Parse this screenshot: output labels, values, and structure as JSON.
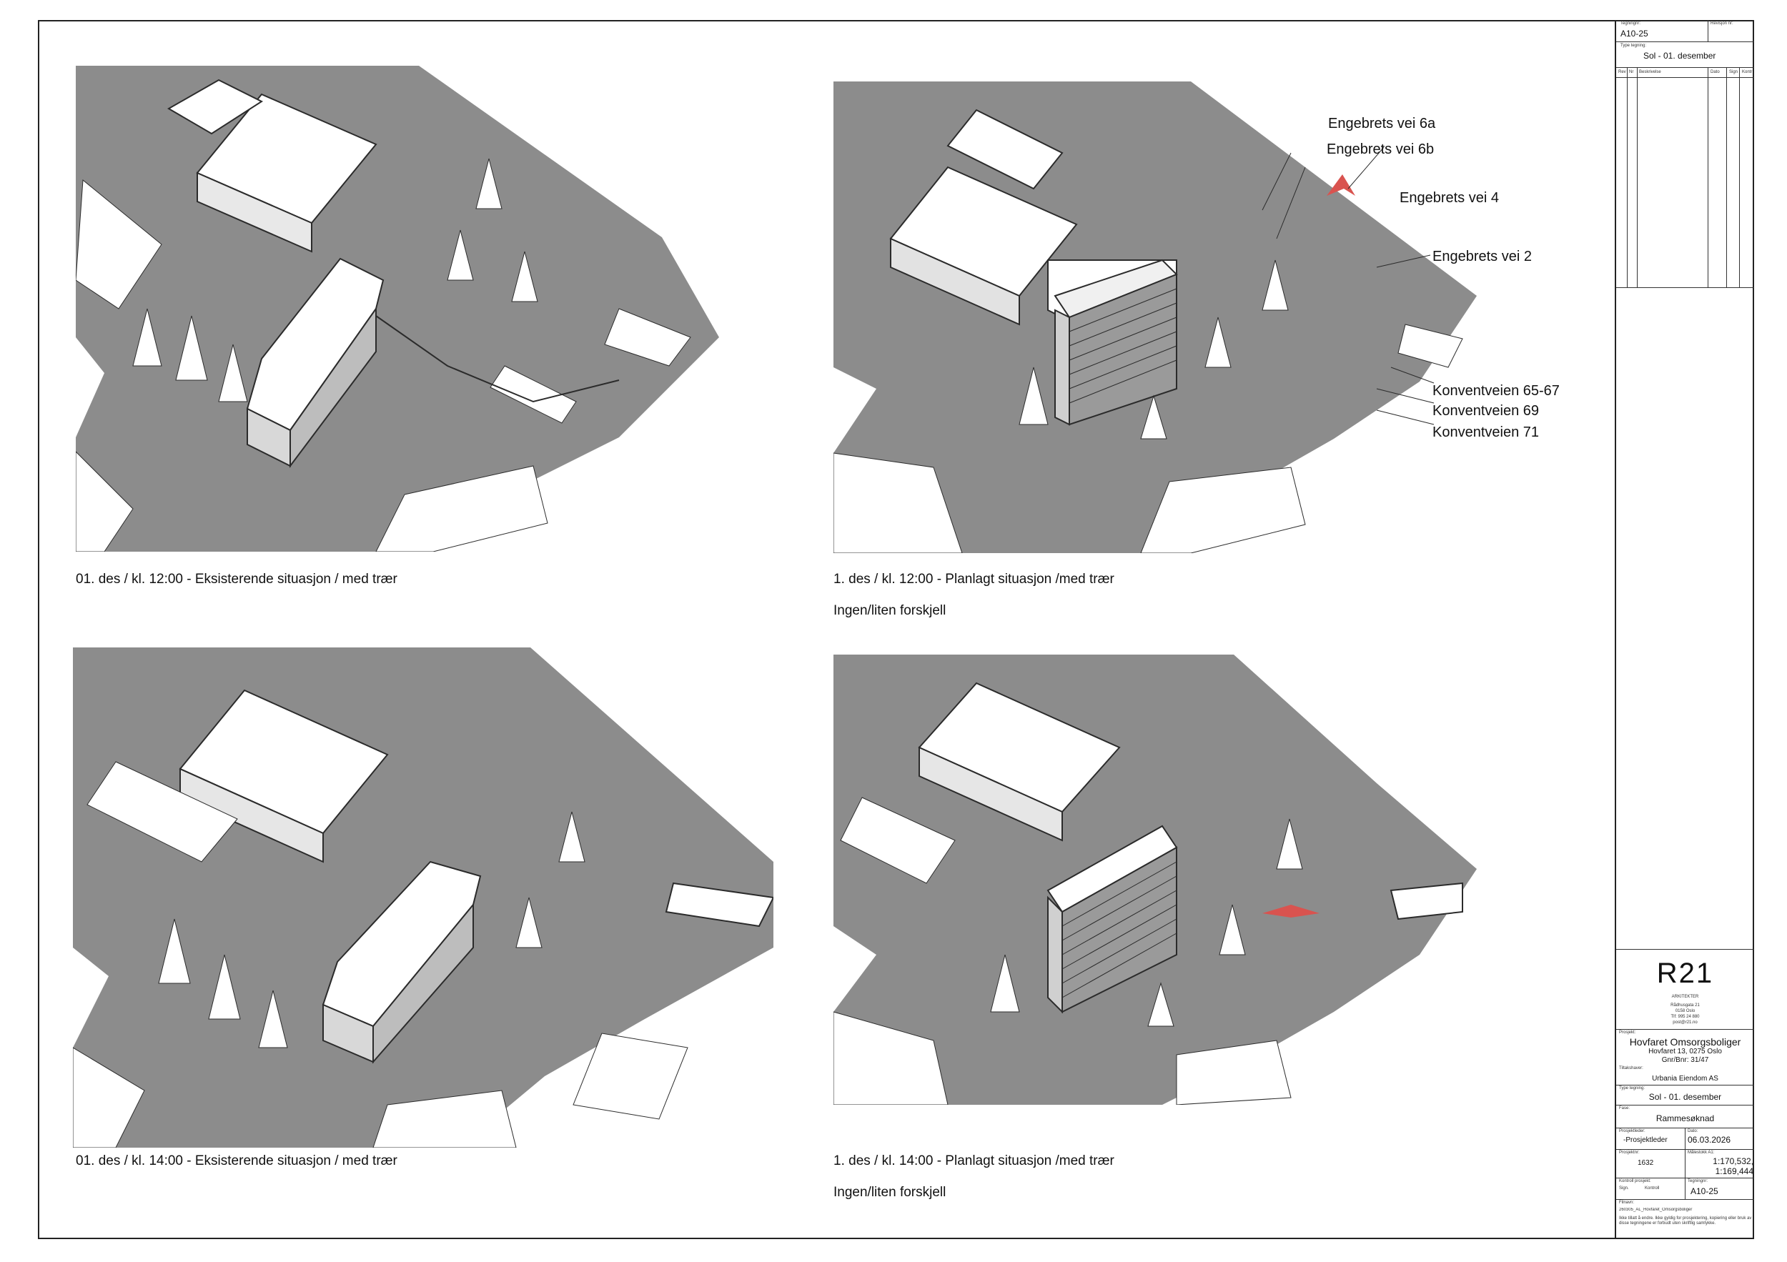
{
  "views": [
    {
      "caption": "01. des / kl. 12:00  -  Eksisterende situasjon / med trær",
      "note": ""
    },
    {
      "caption": "1. des /  kl. 12:00  -  Planlagt situasjon /med trær",
      "note": "Ingen/liten forskjell"
    },
    {
      "caption": "01. des / kl. 14:00  -  Eksisterende situasjon / med trær",
      "note": ""
    },
    {
      "caption": "1. des /  kl. 14:00  -  Planlagt situasjon /med trær",
      "note": "Ingen/liten forskjell"
    }
  ],
  "labels": [
    "Engebrets vei 6a",
    "Engebrets vei 6b",
    "Engebrets vei 4",
    "Engebrets vei 2",
    "Konventveien 65-67",
    "Konventveien 69",
    "Konventveien 71"
  ],
  "titleblock": {
    "tegningnr_label": "Tegningnr:",
    "tegningnr": "A10-25",
    "revisjon_label": "Revisjon nr:",
    "type_label": "Type tegning:",
    "type": "Sol - 01. desember",
    "rev_headers": [
      "Rev",
      "Nr",
      "Beskrivelse",
      "Dato",
      "Sign",
      "Kontr"
    ],
    "logo": "R21",
    "firm": "ARKITEKTER",
    "address": [
      "Rådhusgata 21",
      "0158 Oslo",
      "Tlf: 995 24 880",
      "post@r21.no"
    ],
    "prosjekt_label": "Prosjekt:",
    "prosjekt": "Hovfaret Omsorgsboliger",
    "prosjekt_addr": "Hovfaret 13, 0275 Oslo",
    "gnr": "Gnr/Bnr: 31/47",
    "tiltakshaver_label": "Tiltakshaver:",
    "tiltakshaver": "Urbania Eiendom AS",
    "type_label2": "Type tegning:",
    "type2": "Sol - 01. desember",
    "fase_label": "Fase:",
    "fase": "Rammesøknad",
    "prosjektleder_label": "Prosjektleder:",
    "prosjektleder": "-Prosjektleder",
    "dato_label": "Dato:",
    "dato": "06.03.2026",
    "prosjektnr_label": "Prosjektnr:",
    "prosjektnr": "1632",
    "malestokk_label": "Målestokk A1:",
    "malestokk": "1:170,532, 1:169,444",
    "kontroll_label": "Kontroll prosjekt:",
    "sign": "Sign.",
    "kontroll": "Kontroll",
    "tegningnr_label2": "Tegningnr:",
    "tegningnr2": "A10-25",
    "filnavn_label": "Filnavn:",
    "filnavn": "260305_AL_Hovfaret_Omsorgsboliger",
    "disclaimer": "Ikke tillatt å endre. Ikke gyldig for prosjektering, kopiering eller bruk av disse tegningene er forbudt uten skriftlig samtykke."
  },
  "colors": {
    "shadow": "#8c8c8c",
    "line": "#2b2b2b",
    "highlight": "#d9534f"
  }
}
